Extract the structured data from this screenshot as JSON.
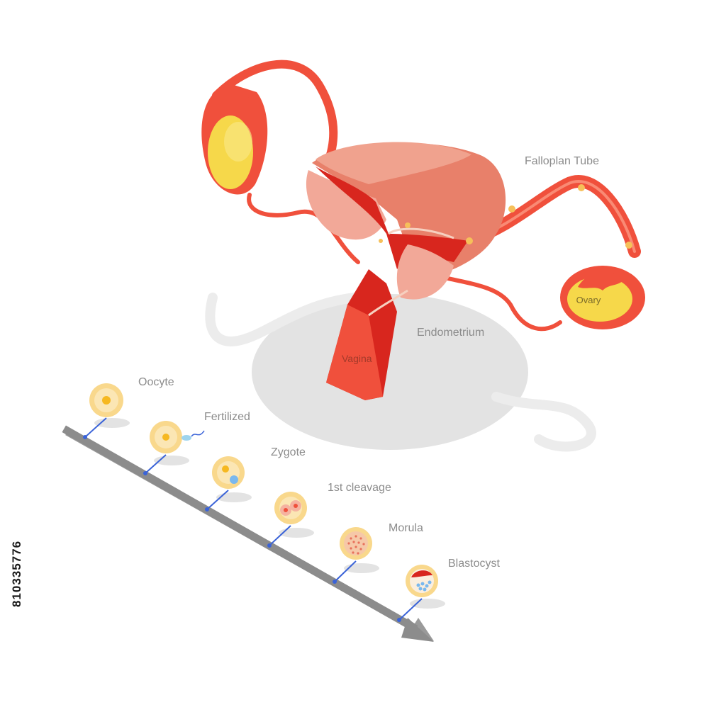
{
  "labels": {
    "falloplan_tube": "Falloplan Tube",
    "ovary": "Ovary",
    "endometrium": "Endometrium",
    "vagina": "Vagina"
  },
  "stages": [
    {
      "label": "Oocyte"
    },
    {
      "label": "Fertilized"
    },
    {
      "label": "Zygote"
    },
    {
      "label": "1st cleavage"
    },
    {
      "label": "Morula"
    },
    {
      "label": "Blastocyst"
    }
  ],
  "side_id": "810335776",
  "colors": {
    "tube_red": "#f0503c",
    "tissue_pink": "#f2a898",
    "dark_red": "#d8261e",
    "yolk_yellow": "#f6d84a",
    "shadow_grey": "#e4e4e4",
    "arrow_grey": "#9a9a9a",
    "marker_blue": "#3a63d8"
  }
}
